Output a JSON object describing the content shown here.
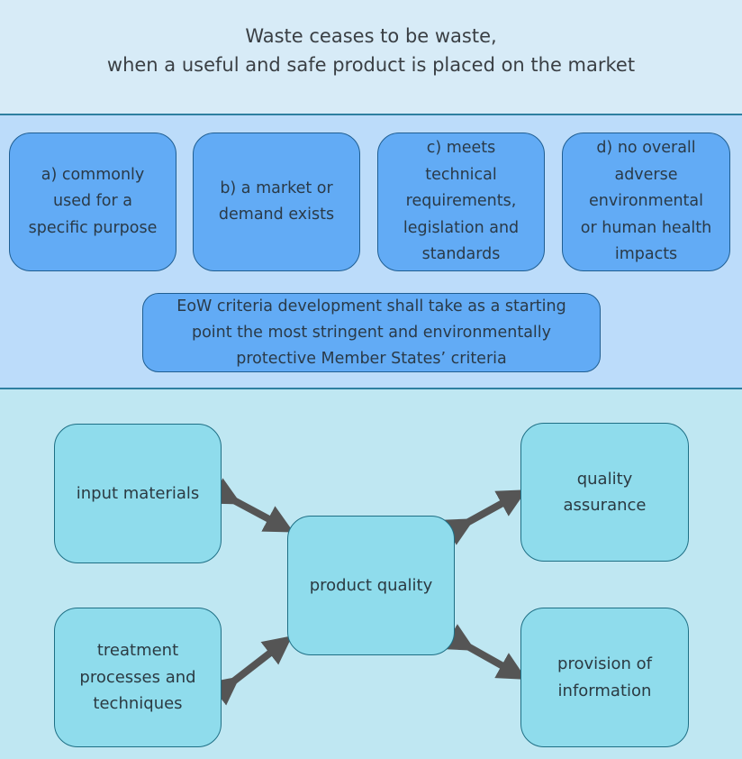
{
  "header": {
    "line1": "Waste ceases to be waste,",
    "line2": "when a useful and safe product is placed on the market"
  },
  "criteria": [
    {
      "id": "a",
      "lines": [
        "a) commonly",
        "used for a",
        "specific purpose"
      ]
    },
    {
      "id": "b",
      "lines": [
        "b) a market or",
        "demand exists"
      ]
    },
    {
      "id": "c",
      "lines": [
        "c) meets",
        "technical",
        "requirements,",
        "legislation and",
        "standards"
      ]
    },
    {
      "id": "d",
      "lines": [
        "d) no overall",
        "adverse",
        "environmental",
        "or human health",
        "impacts"
      ]
    }
  ],
  "criteria_note": {
    "lines": [
      "EoW criteria development shall take as a starting",
      "point the most stringent and environmentally",
      "protective Member States’ criteria"
    ]
  },
  "quality": {
    "center": {
      "lines": [
        "product quality"
      ]
    },
    "input_materials": {
      "lines": [
        "input materials"
      ]
    },
    "quality_assurance": {
      "lines": [
        "quality",
        "assurance"
      ]
    },
    "treatment": {
      "lines": [
        "treatment",
        "processes and",
        "techniques"
      ]
    },
    "provision": {
      "lines": [
        "provision of",
        "information"
      ]
    }
  },
  "colors": {
    "criteria_fill": "#62abf5",
    "quality_fill": "#8fdcec",
    "arrow": "#555555",
    "divider": "#2e7fa0"
  }
}
